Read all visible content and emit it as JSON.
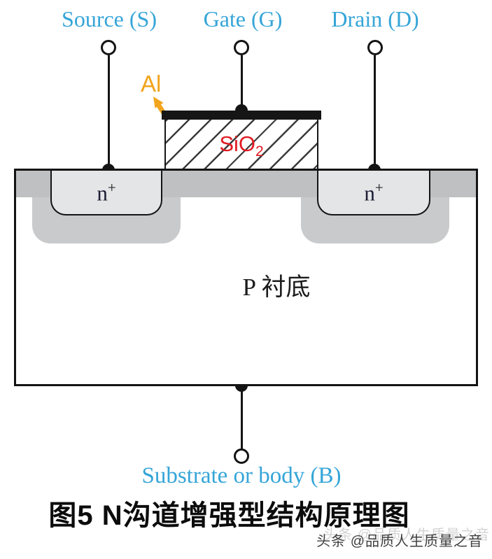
{
  "terminals": {
    "source": "Source (S)",
    "gate": "Gate (G)",
    "drain": "Drain (D)",
    "body": "Substrate or body (B)"
  },
  "labels": {
    "al": "Al",
    "sio2_base": "SiO",
    "sio2_sub": "2",
    "n_base": "n",
    "n_sup": "+",
    "p_substrate": "P 衬底"
  },
  "caption": "图5 N沟道增强型结构原理图",
  "watermark": "头条 @品质人生质量之音",
  "colors": {
    "terminal_text": "#35a5d8",
    "sio2_text": "#e11b23",
    "al_accent": "#f2a41c",
    "surface_band": "#bec0c2",
    "well_halo": "#c9cacb",
    "n_well_fill": "#e4e5e7",
    "ink": "#141414"
  }
}
